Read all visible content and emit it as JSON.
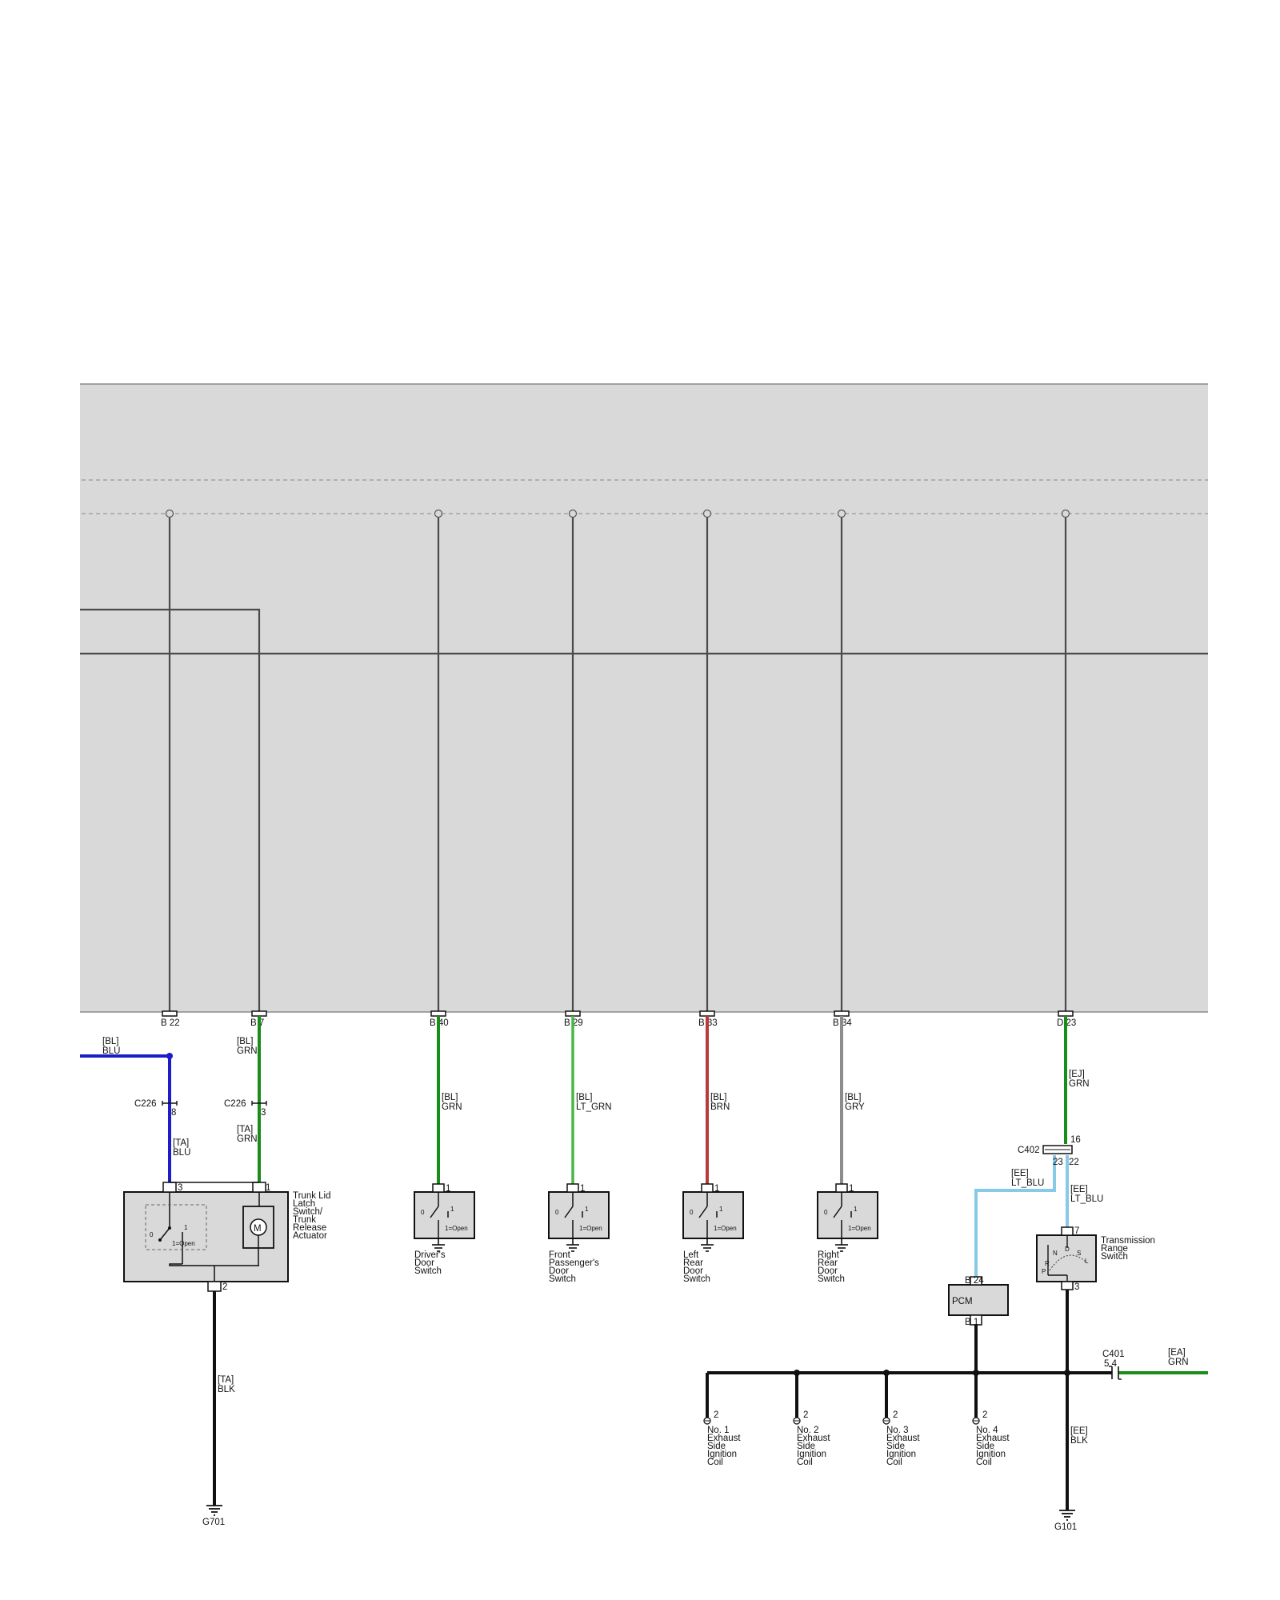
{
  "colors": {
    "module_fill": "#d9d9d9",
    "BLU": "#1c1cc8",
    "GRN": "#1a8c1a",
    "LT_GRN": "#45b845",
    "BRN": "#b83a3a",
    "GRY": "#8c8c8c",
    "LT_BLU": "#88c8e8",
    "BLK": "#111111",
    "internal": "#4a4a4a"
  },
  "pins": {
    "p22": "B 22",
    "p7": "B 7",
    "p40": "B 40",
    "p29": "B 29",
    "p33": "B 33",
    "p34": "B 34",
    "p23": "D 23"
  },
  "wires": {
    "w_left_blu": [
      "[BL]",
      "BLU"
    ],
    "w_b7": [
      "[BL]",
      "GRN"
    ],
    "w_ta_blu": [
      "[TA]",
      "BLU"
    ],
    "w_ta_grn": [
      "[TA]",
      "GRN"
    ],
    "w_drv": [
      "[BL]",
      "GRN"
    ],
    "w_fp": [
      "[BL]",
      "LT_GRN"
    ],
    "w_lr": [
      "[BL]",
      "BRN"
    ],
    "w_rr": [
      "[BL]",
      "GRY"
    ],
    "w_ej": [
      "[EJ]",
      "GRN"
    ],
    "w_ee1": [
      "[EE]",
      "LT_BLU"
    ],
    "w_ee2": [
      "[EE]",
      "LT_BLU"
    ],
    "w_ta_blk": [
      "[TA]",
      "BLK"
    ],
    "w_ea": [
      "[EA]",
      "GRN"
    ],
    "w_ee_blk": [
      "[EE]",
      "BLK"
    ]
  },
  "connectors": {
    "c226a": "C226",
    "c226a_pin": "8",
    "c226b": "C226",
    "c226b_pin": "3",
    "c402": "C402",
    "c402_p16": "16",
    "c402_p23": "23",
    "c402_p22": "22",
    "c401": "C401",
    "c401_pins": "5 4"
  },
  "components": {
    "trunk": [
      "Trunk Lid",
      "Latch",
      "Switch/",
      "Trunk",
      "Release",
      "Actuator"
    ],
    "trunk_pin3": "3",
    "trunk_pin1": "1",
    "trunk_pin2": "2",
    "drv": [
      "Driver's",
      "Door",
      "Switch"
    ],
    "fp": [
      "Front",
      "Passenger's",
      "Door",
      "Switch"
    ],
    "lr": [
      "Left",
      "Rear",
      "Door",
      "Switch"
    ],
    "rr": [
      "Right",
      "Rear",
      "Door",
      "Switch"
    ],
    "switch_pin": "1",
    "state_open": "1=Open",
    "state_0": "0",
    "state_1": "1",
    "motor": "M",
    "trs": [
      "Transmission",
      "Range",
      "Switch"
    ],
    "trs_pin7": "7",
    "trs_pin3": "3",
    "trs_gears": [
      "P",
      "R",
      "N",
      "D",
      "S",
      "L"
    ],
    "pcm": "PCM",
    "pcm_pin_b24": "B 24",
    "pcm_pin_b1": "B 1",
    "coil1": [
      "No. 1",
      "Exhaust",
      "Side",
      "Ignition",
      "Coil"
    ],
    "coil2": [
      "No. 2",
      "Exhaust",
      "Side",
      "Ignition",
      "Coil"
    ],
    "coil3": [
      "No. 3",
      "Exhaust",
      "Side",
      "Ignition",
      "Coil"
    ],
    "coil4": [
      "No. 4",
      "Exhaust",
      "Side",
      "Ignition",
      "Coil"
    ],
    "coil_pin": "2"
  },
  "grounds": {
    "g701": "G701",
    "g101": "G101"
  }
}
